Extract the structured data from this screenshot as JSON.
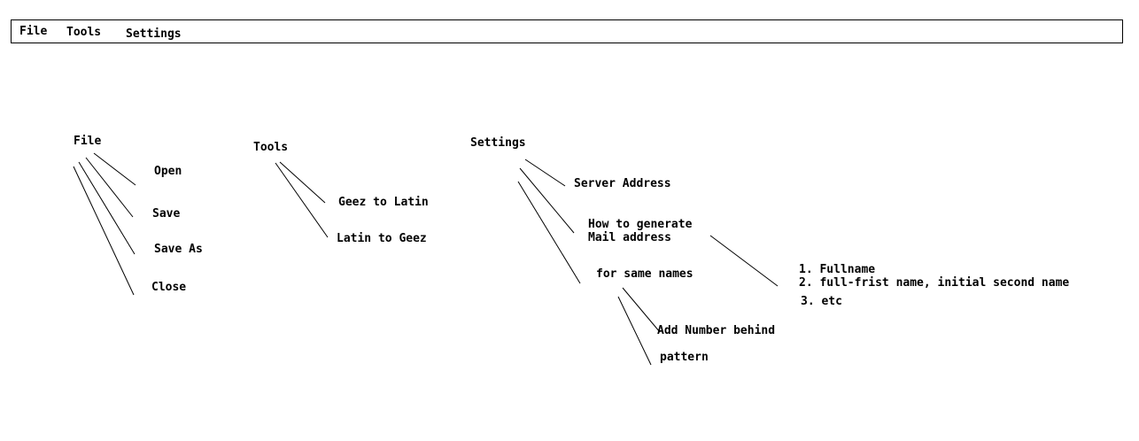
{
  "menubar": {
    "file": "File",
    "tools": "Tools",
    "settings": "Settings"
  },
  "file_menu": {
    "title": "File",
    "items": [
      "Open",
      "Save",
      "Save As",
      "Close"
    ]
  },
  "tools_menu": {
    "title": "Tools",
    "items": [
      "Geez to Latin",
      "Latin to Geez"
    ]
  },
  "settings_menu": {
    "title": "Settings",
    "server_address": "Server Address",
    "generate_line1": "How to generate",
    "generate_line2": "Mail address",
    "same_names": "for same names",
    "add_number": "Add Number behind",
    "pattern": "pattern",
    "options": [
      "1. Fullname",
      "2. full-frist name, initial second name",
      "3. etc"
    ]
  }
}
